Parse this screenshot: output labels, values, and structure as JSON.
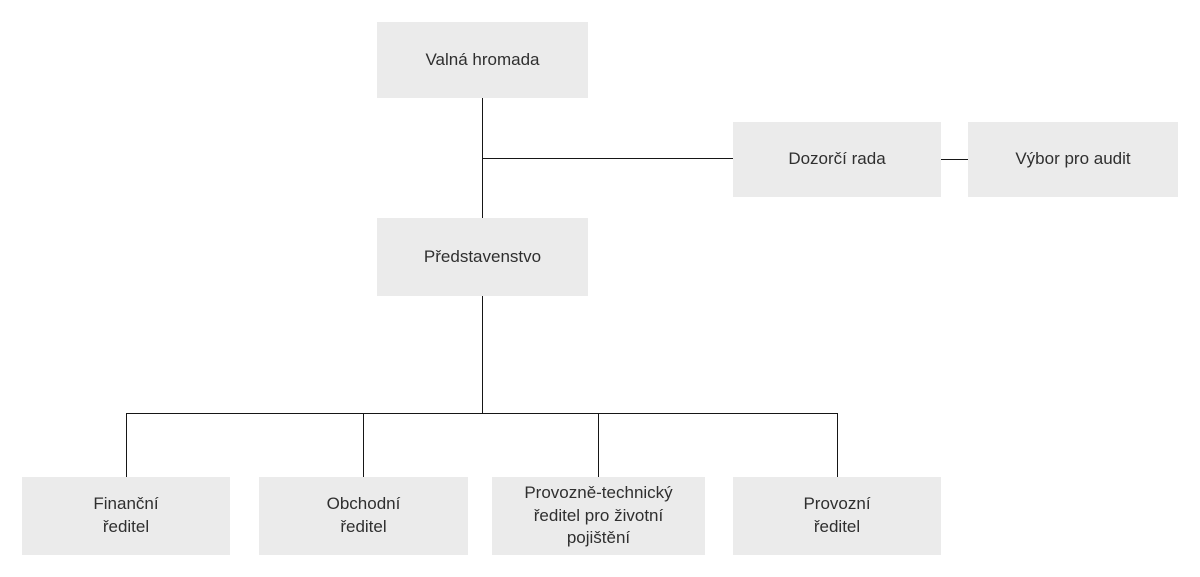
{
  "diagram": {
    "type": "org-chart",
    "colors": {
      "box_bg": "#ebebeb",
      "line": "#161616",
      "text": "#2f2f2f",
      "background": "#ffffff"
    },
    "nodes": {
      "valna_hromada": {
        "label": "Valná hromada"
      },
      "dozorci_rada": {
        "label": "Dozorčí rada"
      },
      "vybor_pro_audit": {
        "label": "Výbor pro audit"
      },
      "predstavenstvo": {
        "label": "Představenstvo"
      },
      "financni_reditel": {
        "label": "Finanční\nředitel"
      },
      "obchodni_reditel": {
        "label": "Obchodní\nředitel"
      },
      "provozne_technicky_reditel": {
        "label": "Provozně-technický\nředitel pro životní\npojištění"
      },
      "provozni_reditel": {
        "label": "Provozní\nředitel"
      }
    },
    "edges": [
      {
        "from": "valna_hromada",
        "to": "predstavenstvo"
      },
      {
        "from": "valna_hromada",
        "to": "dozorci_rada"
      },
      {
        "from": "dozorci_rada",
        "to": "vybor_pro_audit"
      },
      {
        "from": "predstavenstvo",
        "to": "financni_reditel"
      },
      {
        "from": "predstavenstvo",
        "to": "obchodni_reditel"
      },
      {
        "from": "predstavenstvo",
        "to": "provozne_technicky_reditel"
      },
      {
        "from": "predstavenstvo",
        "to": "provozni_reditel"
      }
    ]
  }
}
